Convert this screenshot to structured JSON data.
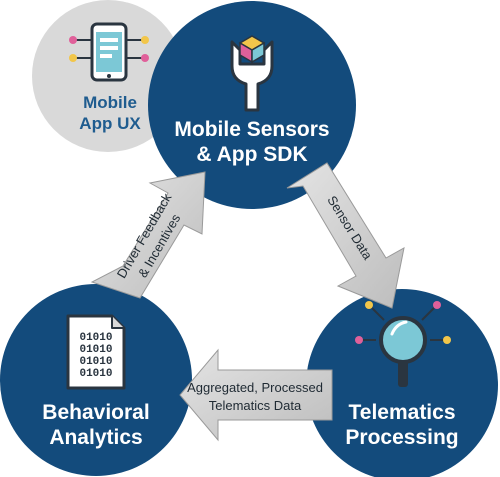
{
  "nodes": {
    "mobile_app_ux": {
      "line1": "Mobile",
      "line2": "App UX",
      "icon": "smartphone-circuit-icon"
    },
    "mobile_sensors": {
      "line1": "Mobile Sensors",
      "line2": "& App SDK",
      "icon": "wrench-cube-icon"
    },
    "telematics": {
      "line1": "Telematics",
      "line2": "Processing",
      "icon": "magnifier-circuit-icon"
    },
    "behavioral": {
      "line1": "Behavioral",
      "line2": "Analytics",
      "icon": "binary-document-icon"
    }
  },
  "arrows": {
    "sensor_data": {
      "label": "Sensor Data"
    },
    "aggregated": {
      "line1": "Aggregated, Processed",
      "line2": "Telematics Data"
    },
    "driver_feedback": {
      "line1": "Driver Feedback",
      "line2": "& Incentives"
    }
  },
  "document_icon": {
    "rows": [
      "01010",
      "01010",
      "01010",
      "01010"
    ]
  },
  "colors": {
    "dark_blue": "#134b7c",
    "light_gray": "#d9d9d9",
    "arrow_gray": "#c8c8c8",
    "accent_teal": "#7cc8d6",
    "accent_yellow": "#f2c64a",
    "accent_pink": "#e0609a"
  }
}
